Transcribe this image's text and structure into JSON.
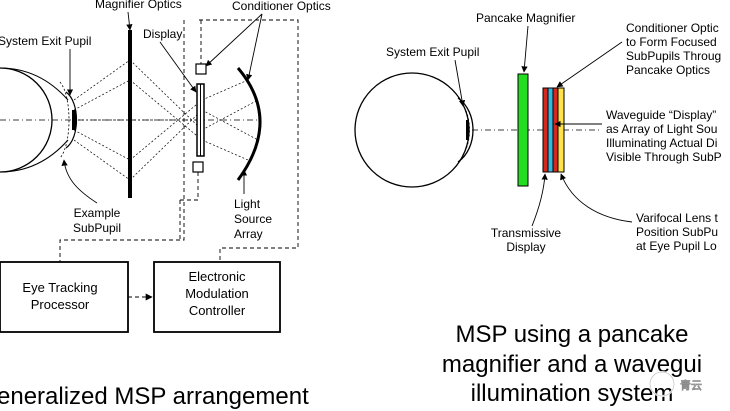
{
  "left": {
    "labels": {
      "magnifier_optics": "Magnifier Optics",
      "conditioner_optics": "Conditioner Optics",
      "system_exit_pupil": "System Exit Pupil",
      "display": "Display",
      "example_subpupil": [
        "Example",
        "SubPupil"
      ],
      "light_source_array": [
        "Light",
        "Source",
        "Array"
      ]
    },
    "boxes": {
      "eye_tracking": [
        "Eye Tracking",
        "Processor"
      ],
      "modulation": [
        "Electronic",
        "Modulation",
        "Controller"
      ]
    },
    "caption": "eneralized MSP arrangement"
  },
  "right": {
    "labels": {
      "pancake_magnifier": "Pancake Magnifier",
      "system_exit_pupil": "System Exit Pupil",
      "conditioner": [
        "Conditioner Optic",
        "to Form Focused",
        "SubPupils Throug",
        "Pancake Optics"
      ],
      "waveguide": [
        "Waveguide “Display”",
        "as Array of Light Sou",
        "Illuminating Actual Di",
        "Visible Through SubP"
      ],
      "transmissive": [
        "Transmissive",
        "Display"
      ],
      "varifocal": [
        "Varifocal Lens t",
        "Position SubPu",
        "at Eye Pupil Lo"
      ]
    },
    "caption": [
      "MSP using a pancake",
      "magnifier and a wavegui",
      "illumination system"
    ]
  },
  "colors": {
    "green": "#22dd22",
    "red": "#d42a1e",
    "cyan": "#36b7e0",
    "yellow": "#ffe14d",
    "black": "#000000"
  },
  "watermark": "青云"
}
